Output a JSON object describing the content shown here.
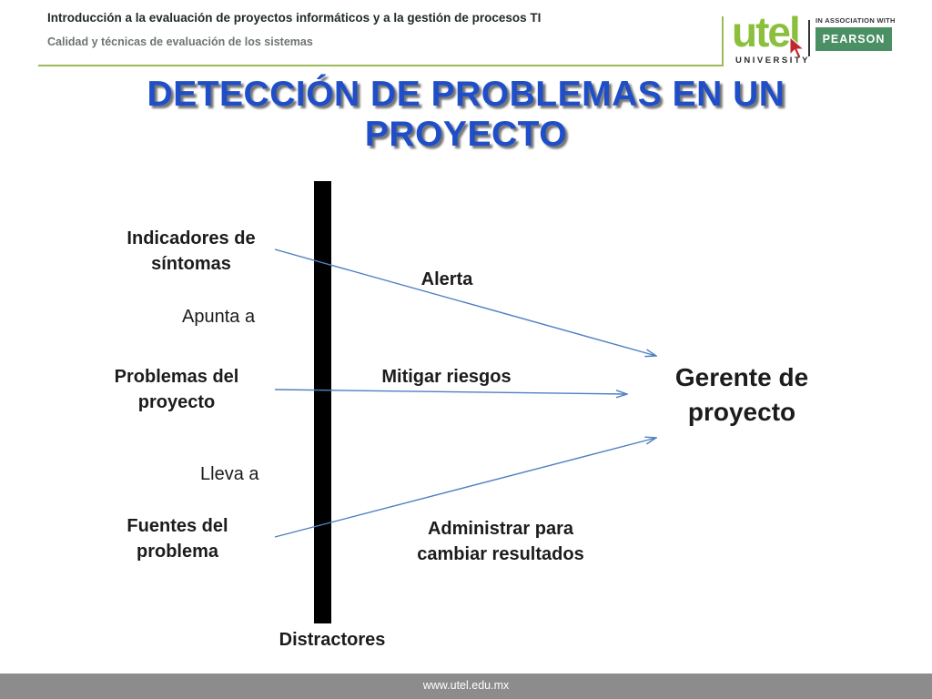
{
  "header": {
    "title": "Introducción  a la evaluación de proyectos informáticos y a la gestión de procesos TI",
    "subtitle": "Calidad y técnicas de evaluación de los sistemas"
  },
  "logo": {
    "brand": "utel",
    "university": "UNIVERSITY",
    "association": "IN ASSOCIATION WITH",
    "partner": "PEARSON"
  },
  "slide": {
    "title_line1": "DETECCIÓN DE PROBLEMAS EN UN",
    "title_line2": "PROYECTO"
  },
  "diagram": {
    "left_nodes": [
      {
        "line1": "Indicadores de",
        "line2": "síntomas"
      },
      {
        "line1": "Problemas del",
        "line2": "proyecto"
      },
      {
        "line1": "Fuentes del",
        "line2": "problema"
      }
    ],
    "connectors": {
      "apunta": "Apunta a",
      "lleva": "Lleva a"
    },
    "arrow_labels": {
      "alerta": "Alerta",
      "mitigar": "Mitigar riesgos",
      "administrar_line1": "Administrar para",
      "administrar_line2": "cambiar resultados"
    },
    "barrier_label": "Distractores",
    "target": {
      "line1": "Gerente de",
      "line2": "proyecto"
    }
  },
  "footer": {
    "url": "www.utel.edu.mx"
  },
  "colors": {
    "title_blue": "#1f4ec9",
    "accent_green": "#9bbb59",
    "utel_green": "#8dbf3f",
    "pearson_green": "#4b8f65",
    "arrow_blue": "#4f7fc0",
    "footer_gray": "#8c8c8c"
  }
}
